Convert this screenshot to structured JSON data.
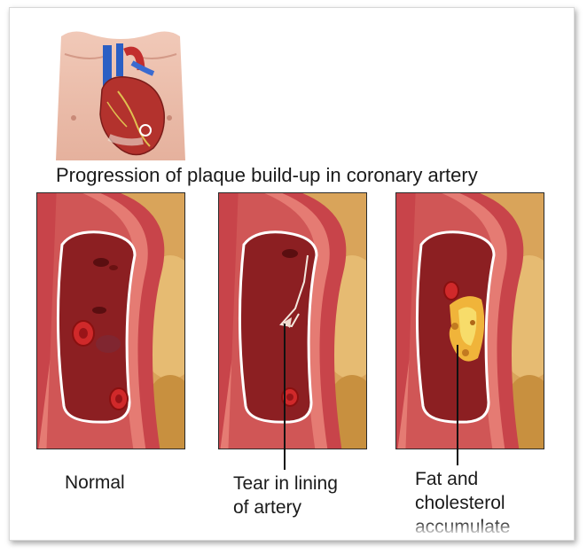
{
  "title": "Progression of plaque build-up in coronary artery",
  "panels": [
    {
      "label": "Normal"
    },
    {
      "label": "Tear in lining of artery",
      "lines": [
        "Tear in lining",
        "of artery"
      ]
    },
    {
      "label": "Fat and cholesterol accumulate",
      "lines": [
        "Fat and",
        "cholesterol",
        "accumulate"
      ]
    }
  ],
  "colors": {
    "artery_wall": "#c8444a",
    "artery_inner": "#8c1f22",
    "background_tissue": "#d9a45a",
    "plaque": "#f0b43a"
  }
}
